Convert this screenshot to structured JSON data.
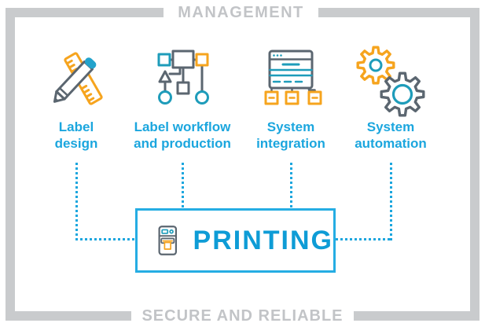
{
  "header": {
    "top_label": "MANAGEMENT"
  },
  "footer": {
    "bottom_label": "SECURE AND RELIABLE"
  },
  "features": [
    {
      "id": "label-design",
      "line1": "Label",
      "line2": "design",
      "icon": "ruler-pencil-icon"
    },
    {
      "id": "label-workflow",
      "line1": "Label workflow",
      "line2": "and production",
      "icon": "workflow-icon"
    },
    {
      "id": "system-integration",
      "line1": "System",
      "line2": "integration",
      "icon": "server-integration-icon"
    },
    {
      "id": "system-automation",
      "line1": "System",
      "line2": "automation",
      "icon": "gears-icon"
    }
  ],
  "printing": {
    "label": "PRINTING",
    "icon": "printer-icon"
  },
  "colors": {
    "accent_blue": "#1ba6de",
    "printing_text_blue": "#0e9cd6",
    "box_border_blue": "#25ade3",
    "teal": "#1e9cba",
    "orange": "#f6a41e",
    "icon_gray": "#5b6670",
    "frame_gray": "#c9cbcd",
    "caption_gray": "#c2c4c7"
  }
}
